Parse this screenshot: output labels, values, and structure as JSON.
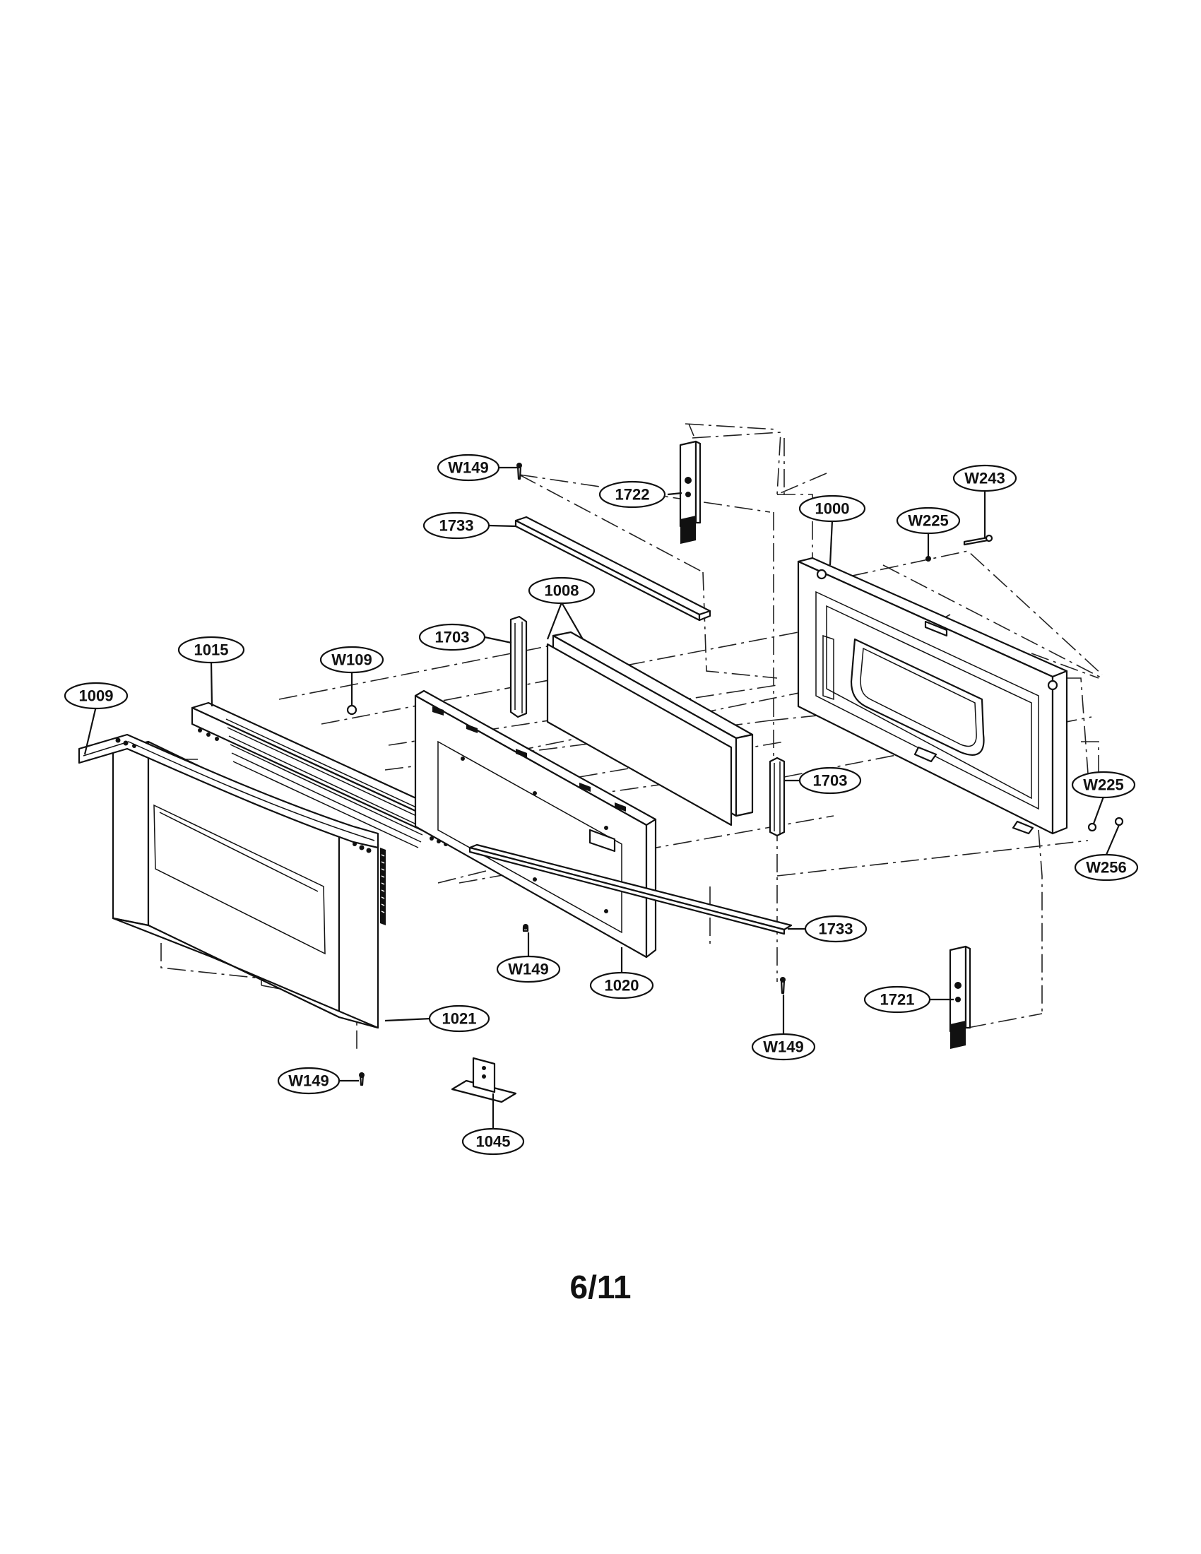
{
  "page": {
    "number": "6/11"
  },
  "callouts": {
    "w149_top": "W149",
    "p1722": "1722",
    "w243": "W243",
    "p1000": "1000",
    "w225_top": "W225",
    "p1733_top": "1733",
    "p1008": "1008",
    "p1703_left": "1703",
    "p1015": "1015",
    "w109": "W109",
    "p1009": "1009",
    "p1703_right": "1703",
    "w225_right": "W225",
    "w256": "W256",
    "p1733_bottom": "1733",
    "w149_mid": "W149",
    "p1020": "1020",
    "p1021": "1021",
    "p1721": "1721",
    "w149_right": "W149",
    "w149_bottom": "W149",
    "p1045": "1045"
  }
}
